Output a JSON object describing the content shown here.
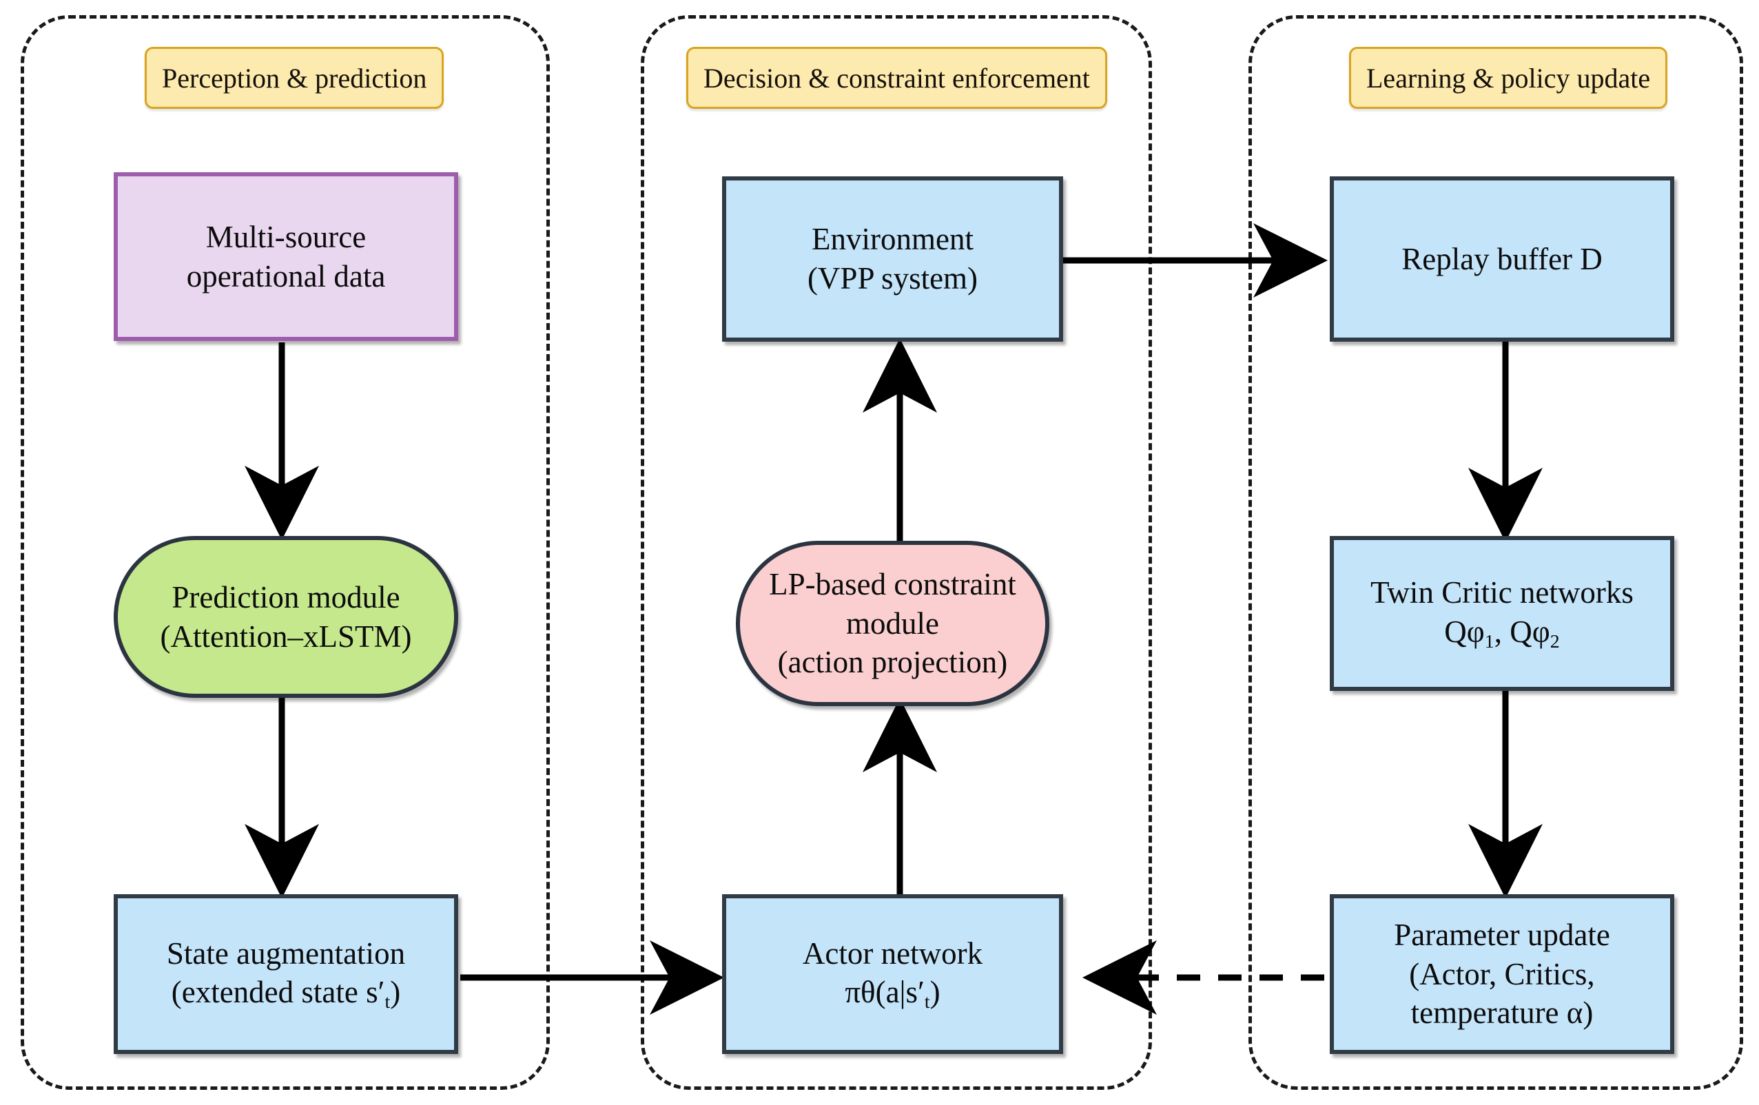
{
  "figure": {
    "title": "VPP deep reinforcement learning architecture flow diagram",
    "background": "#ffffff"
  },
  "colors": {
    "panel_border": "#1a1a1a",
    "panel_label_fill": "#fdeaae",
    "panel_label_border": "#d9a520",
    "blue_fill": "#c4e4fa",
    "blue_border": "#303b45",
    "purple_fill": "#e9d6ef",
    "purple_border": "#9e5cad",
    "green_fill": "#c5e88c",
    "pink_fill": "#fbcfd0",
    "node_border": "#2b3440",
    "arrow": "#000000"
  },
  "panels": [
    {
      "id": "perception",
      "label": "Perception & prediction"
    },
    {
      "id": "decision",
      "label": "Decision & constraint enforcement"
    },
    {
      "id": "learning",
      "label": "Learning & policy update"
    }
  ],
  "nodes": {
    "multi_source": {
      "line1": "Multi-source",
      "line2": "operational data",
      "shape": "rect",
      "color": "purple"
    },
    "prediction": {
      "line1": "Prediction module",
      "line2": "(Attention–xLSTM)",
      "shape": "stadium",
      "color": "green"
    },
    "state_aug": {
      "line1": "State augmentation",
      "line2": "(extended state s′t)",
      "shape": "rect",
      "color": "blue"
    },
    "environment": {
      "line1": "Environment",
      "line2": "(VPP system)",
      "shape": "rect",
      "color": "blue"
    },
    "lp_module": {
      "line1": "LP-based constraint",
      "line2": "module",
      "line3": "(action projection)",
      "shape": "stadium",
      "color": "pink"
    },
    "actor": {
      "line1": "Actor network",
      "line2": "πθ(a|s′t)",
      "shape": "rect",
      "color": "blue"
    },
    "replay_buffer": {
      "line1": "Replay buffer D",
      "shape": "rect",
      "color": "blue"
    },
    "twin_critic": {
      "line1": "Twin Critic networks",
      "line2": "Qφ₁, Qφ₂",
      "shape": "rect",
      "color": "blue"
    },
    "param_update": {
      "line1": "Parameter update",
      "line2": "(Actor, Critics,",
      "line3": "temperature α)",
      "shape": "rect",
      "color": "blue"
    }
  },
  "edges": [
    {
      "id": "multi-to-prediction",
      "from": "multi_source",
      "to": "prediction",
      "style": "solid",
      "direction": "down"
    },
    {
      "id": "prediction-to-state",
      "from": "prediction",
      "to": "state_aug",
      "style": "solid",
      "direction": "down"
    },
    {
      "id": "state-to-actor",
      "from": "state_aug",
      "to": "actor",
      "style": "solid",
      "direction": "right"
    },
    {
      "id": "actor-to-lp",
      "from": "actor",
      "to": "lp_module",
      "style": "solid",
      "direction": "up"
    },
    {
      "id": "lp-to-environment",
      "from": "lp_module",
      "to": "environment",
      "style": "solid",
      "direction": "up"
    },
    {
      "id": "environment-to-replay",
      "from": "environment",
      "to": "replay_buffer",
      "style": "solid",
      "direction": "right"
    },
    {
      "id": "replay-to-critic",
      "from": "replay_buffer",
      "to": "twin_critic",
      "style": "solid",
      "direction": "down"
    },
    {
      "id": "critic-to-param",
      "from": "twin_critic",
      "to": "param_update",
      "style": "solid",
      "direction": "down"
    },
    {
      "id": "param-to-actor-feedback",
      "from": "param_update",
      "to": "actor",
      "style": "dashed",
      "direction": "left"
    }
  ]
}
